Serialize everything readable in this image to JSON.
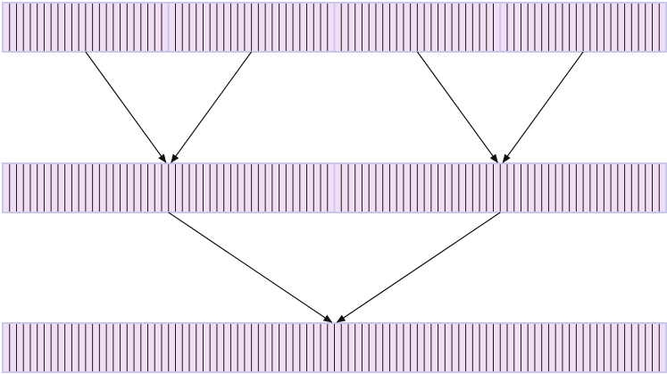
{
  "diagram": {
    "colors": {
      "bar_fill": "#f2dff6",
      "bar_border": "#c9c9f0",
      "cell_line": "#1a1a1a",
      "arrow": "#111111",
      "background": "#ffffff"
    },
    "rows": [
      {
        "segments": [
          {
            "cells": 24
          },
          {
            "cells": 24
          },
          {
            "cells": 24
          },
          {
            "cells": 24
          }
        ]
      },
      {
        "segments": [
          {
            "cells": 48
          },
          {
            "cells": 48
          }
        ]
      },
      {
        "segments": [
          {
            "cells": 96
          }
        ]
      }
    ],
    "edges": [
      {
        "from": [
          0,
          0
        ],
        "to": [
          1,
          0
        ]
      },
      {
        "from": [
          0,
          1
        ],
        "to": [
          1,
          0
        ]
      },
      {
        "from": [
          0,
          2
        ],
        "to": [
          1,
          1
        ]
      },
      {
        "from": [
          0,
          3
        ],
        "to": [
          1,
          1
        ]
      },
      {
        "from": [
          1,
          0
        ],
        "to": [
          2,
          0
        ]
      },
      {
        "from": [
          1,
          1
        ],
        "to": [
          2,
          0
        ]
      }
    ]
  }
}
